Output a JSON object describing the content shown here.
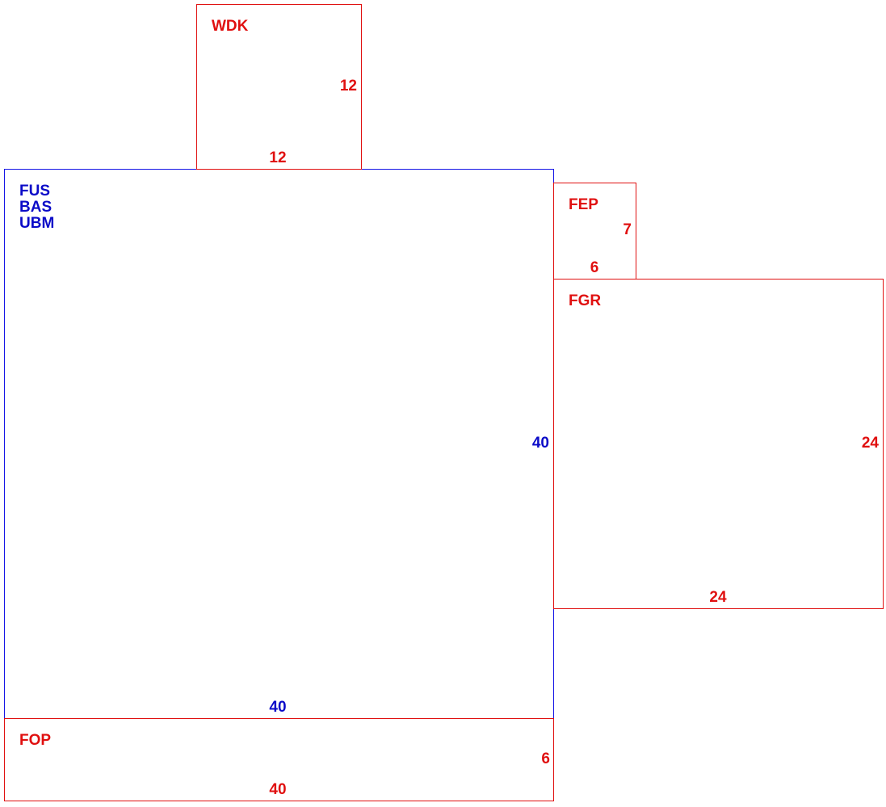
{
  "colors": {
    "main_outline": "#1414e6",
    "main_text": "#0b0bc8",
    "addition_outline": "#e01010",
    "addition_text": "#e01010"
  },
  "main": {
    "codes": [
      "FUS",
      "BAS",
      "UBM"
    ],
    "width": "40",
    "height": "40"
  },
  "wdk": {
    "code": "WDK",
    "width": "12",
    "height": "12"
  },
  "fep": {
    "code": "FEP",
    "width": "6",
    "height": "7"
  },
  "fgr": {
    "code": "FGR",
    "width": "24",
    "height": "24"
  },
  "fop": {
    "code": "FOP",
    "width": "40",
    "height": "6"
  }
}
